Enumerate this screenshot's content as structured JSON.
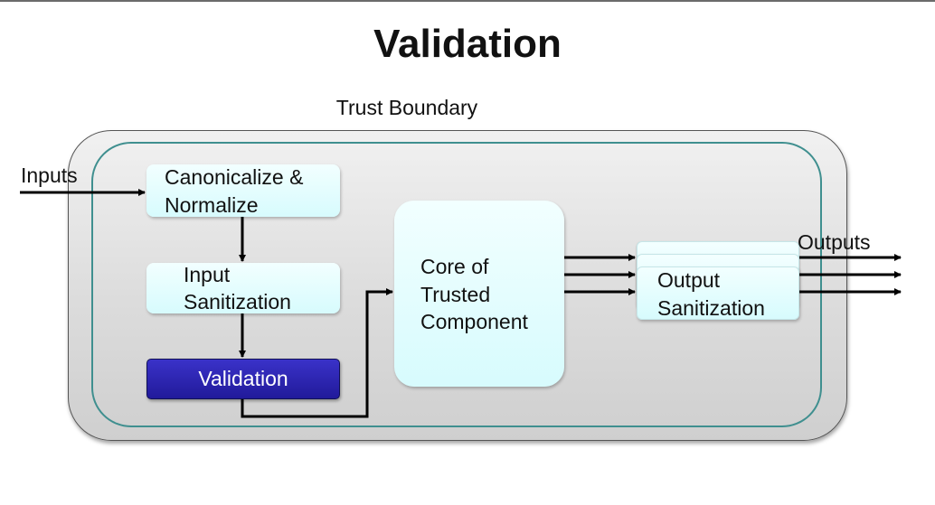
{
  "diagram": {
    "title": "Validation",
    "boundary_label": "Trust Boundary",
    "inputs_label": "Inputs",
    "outputs_label": "Outputs",
    "nodes": {
      "canonicalize": {
        "line1": "Canonicalize &",
        "line2": "Normalize"
      },
      "input_sanitization": {
        "line1": "Input",
        "line2": "Sanitization"
      },
      "validation": {
        "label": "Validation"
      },
      "core": {
        "line1": "Core of",
        "line2": "Trusted",
        "line3": "Component"
      },
      "output_sanitization": {
        "line1": "Output",
        "line2": "Sanitization"
      }
    },
    "colors": {
      "validation_fill": "#2a22b0",
      "boundary_stroke": "#3f8f8f",
      "node_fill": "#dffcfd"
    }
  }
}
